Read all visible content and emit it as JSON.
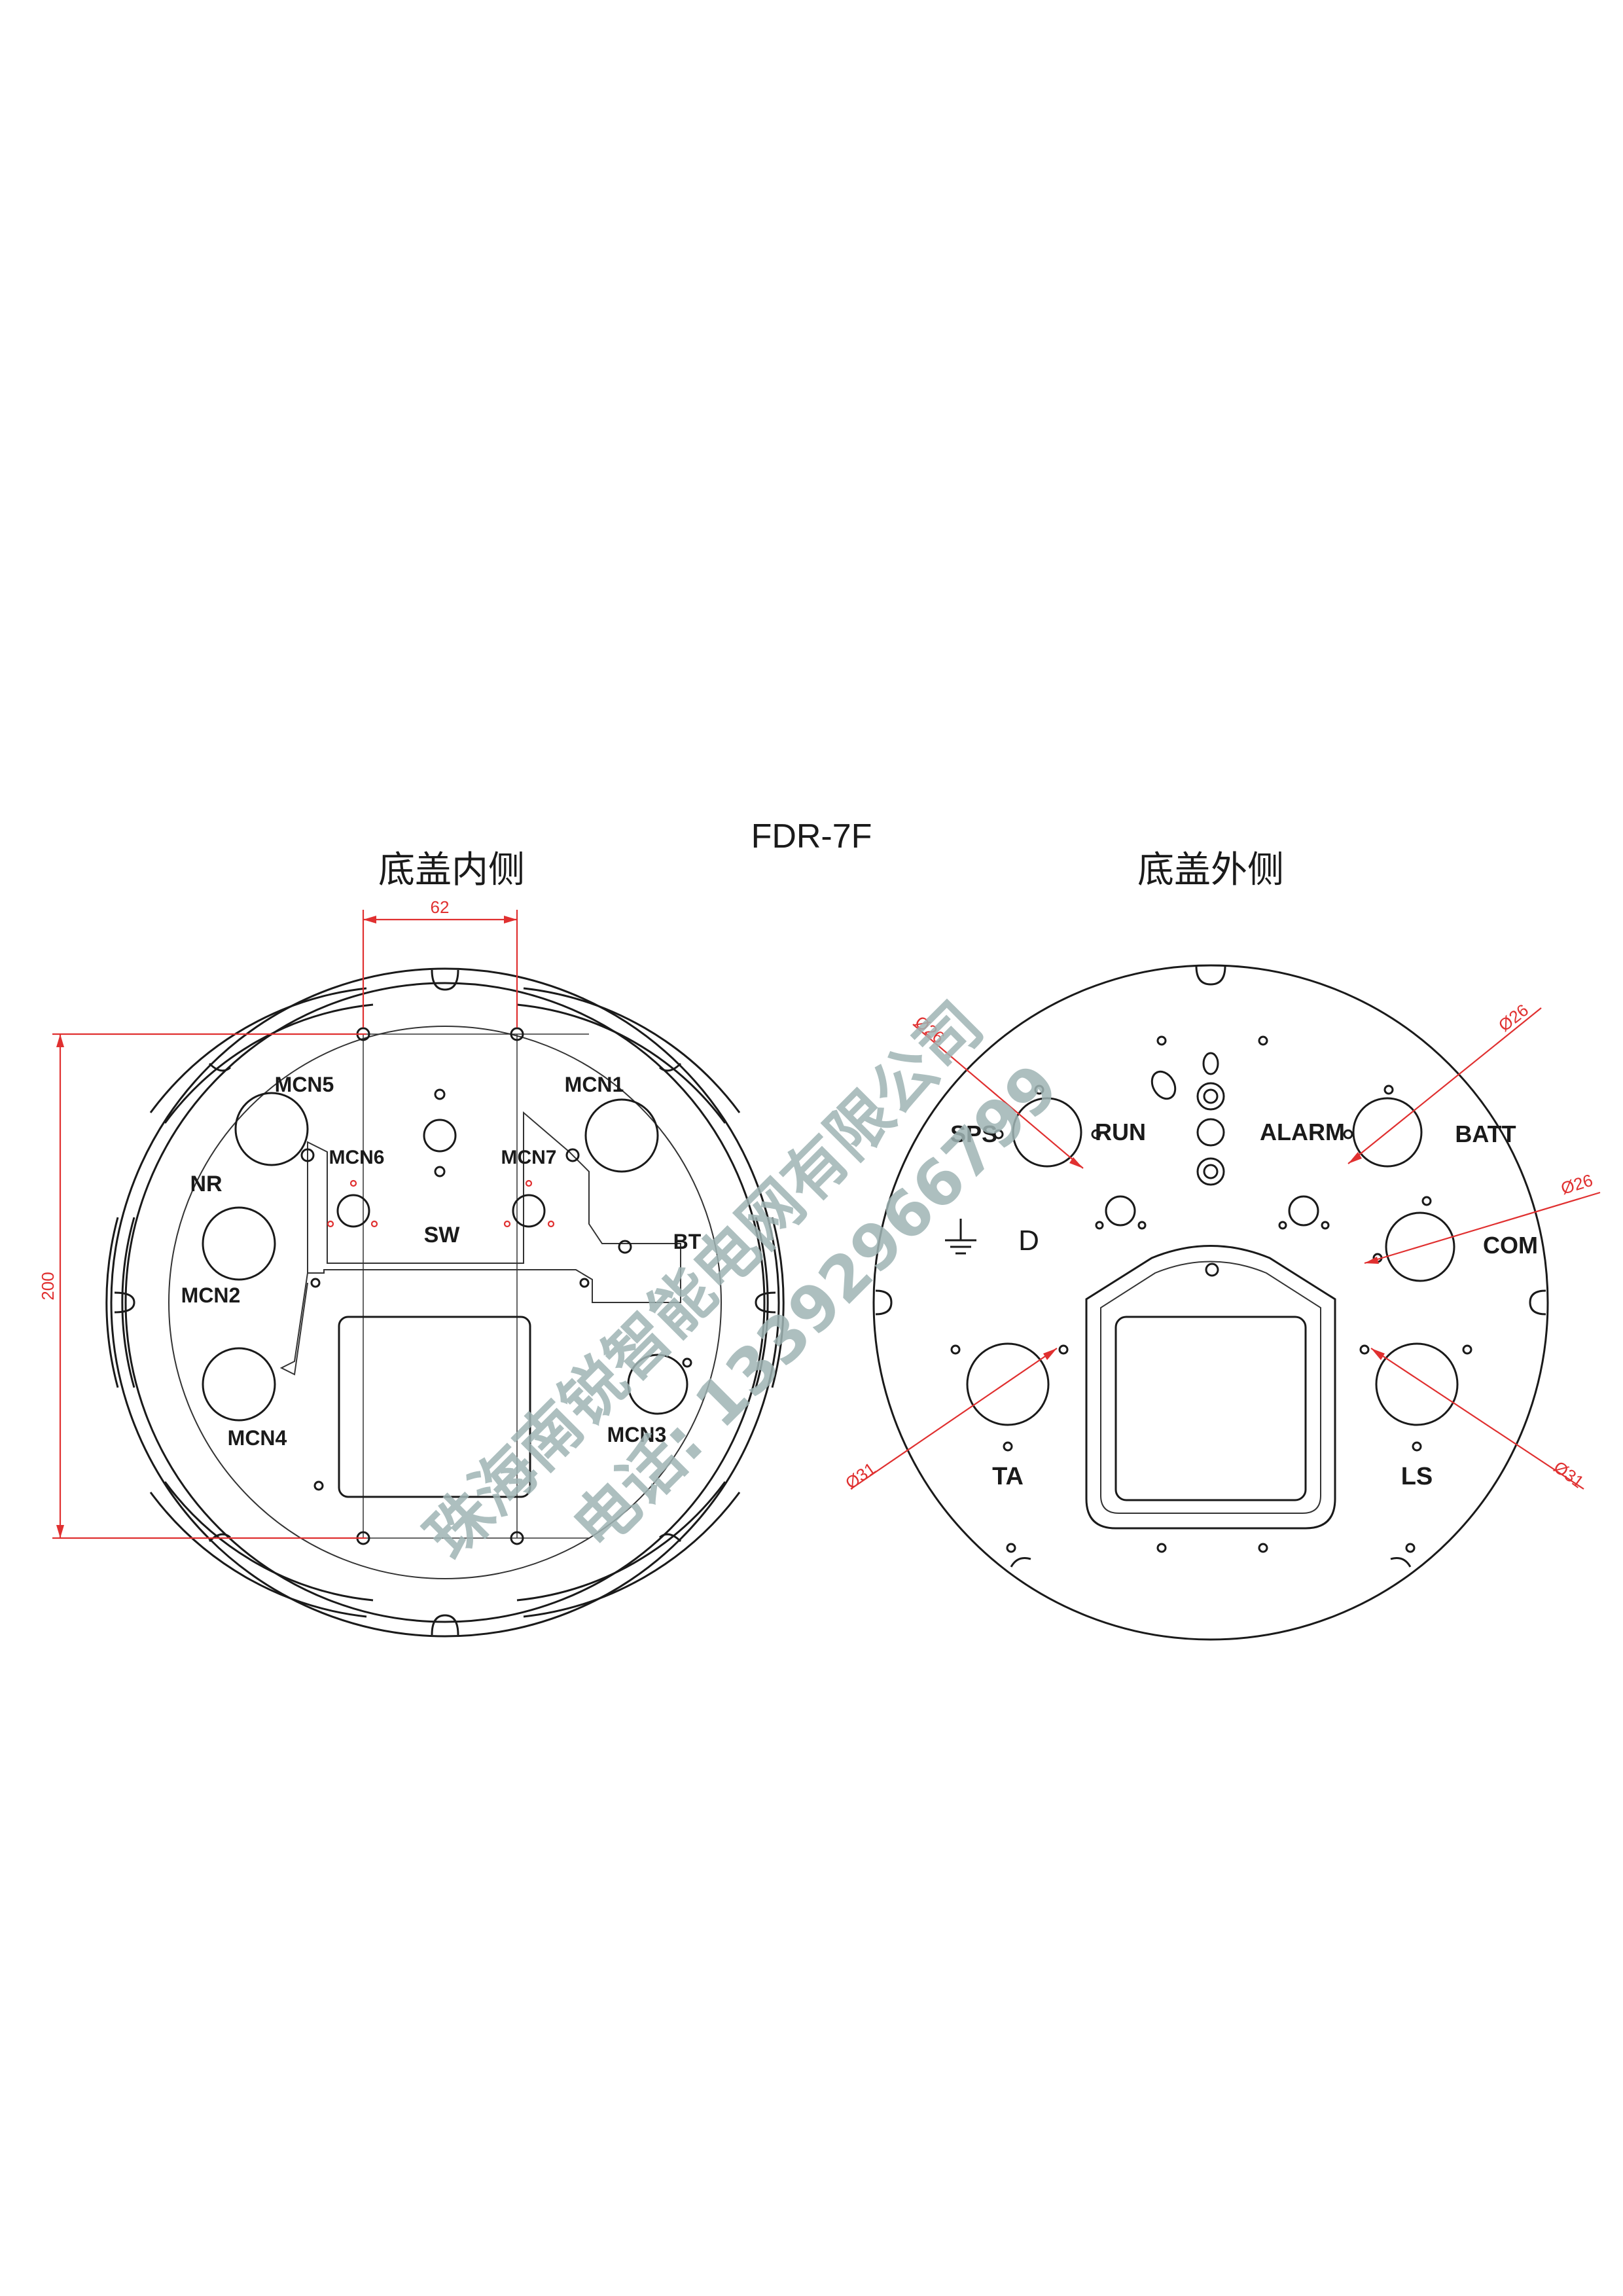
{
  "title": "FDR-7F",
  "left_view": {
    "heading": "底盖内侧",
    "labels": {
      "mcn1": "MCN1",
      "mcn2": "MCN2",
      "mcn3": "MCN3",
      "mcn4": "MCN4",
      "mcn5": "MCN5",
      "mcn6": "MCN6",
      "mcn7": "MCN7",
      "nr": "NR",
      "sw": "SW",
      "bt": "BT"
    },
    "dimensions": {
      "width": "62",
      "height": "200"
    }
  },
  "right_view": {
    "heading": "底盖外侧",
    "labels": {
      "sps": "SPS",
      "run": "RUN",
      "alarm": "ALARM",
      "batt": "BATT",
      "com": "COM",
      "ta": "TA",
      "ls": "LS",
      "d": "D"
    },
    "dimensions": {
      "sps": "Ø26",
      "batt": "Ø26",
      "com": "Ø26",
      "ta": "Ø31",
      "ls": "Ø31"
    }
  },
  "watermark": {
    "line1": "珠海南锐智能电网有限公司",
    "line2": "电话: 13392966799"
  },
  "colors": {
    "ink": "#1a1a1a",
    "dimension": "#e03030",
    "watermark": "#9fb4b4"
  }
}
